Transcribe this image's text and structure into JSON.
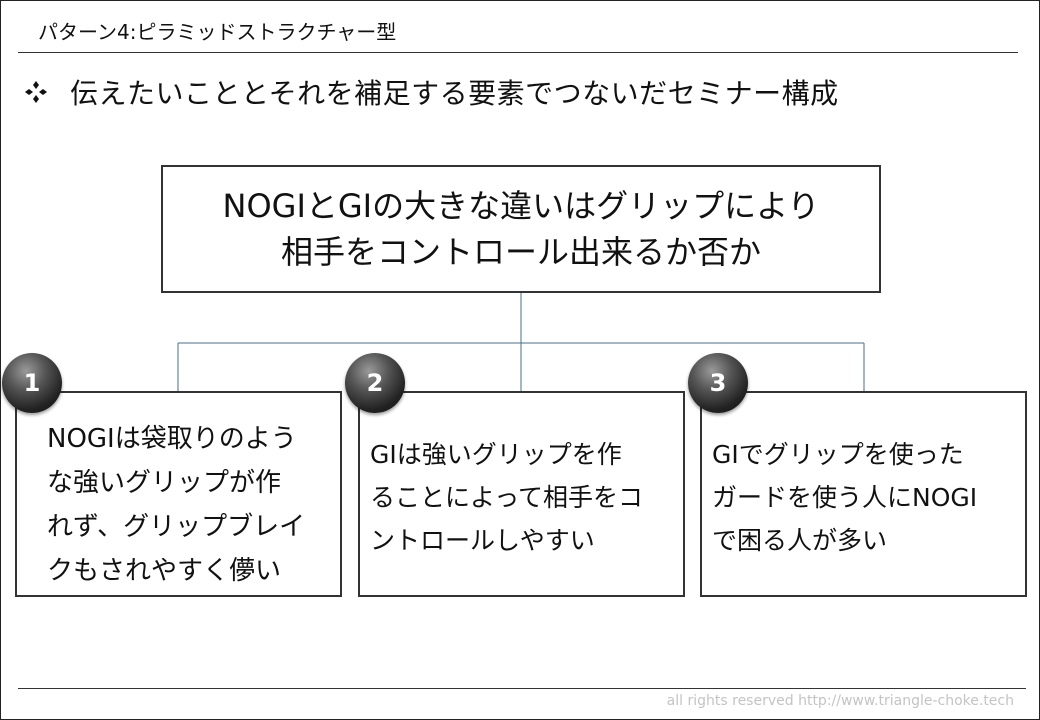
{
  "slide": {
    "title": "パターン4:ピラミッドストラクチャー型",
    "bullet_text": "伝えたいこととそれを補足する要素でつないだセミナー構成",
    "footer": "all rights reserved  http://www.triangle-choke.tech"
  },
  "diagram": {
    "top_box": {
      "line1": "NOGIとGIの大きな違いはグリップにより",
      "line2": "相手をコントロール出来るか否か"
    },
    "cards": [
      {
        "number": "1",
        "lines": [
          "NOGIは袋取りのよう",
          "な強いグリップが作",
          "れず、グリップブレイ",
          "クもされやすく儚い"
        ]
      },
      {
        "number": "2",
        "lines": [
          "GIは強いグリップを作",
          "ることによって相手をコ",
          "ントロールしやすい"
        ]
      },
      {
        "number": "3",
        "lines": [
          "GIでグリップを使った",
          "ガードを使う人にNOGI",
          "で困る人が多い"
        ]
      }
    ]
  },
  "colors": {
    "connector": "#4a6f8f",
    "border": "#333333",
    "badge": "#222222",
    "footer_text": "#c4c4c4"
  }
}
